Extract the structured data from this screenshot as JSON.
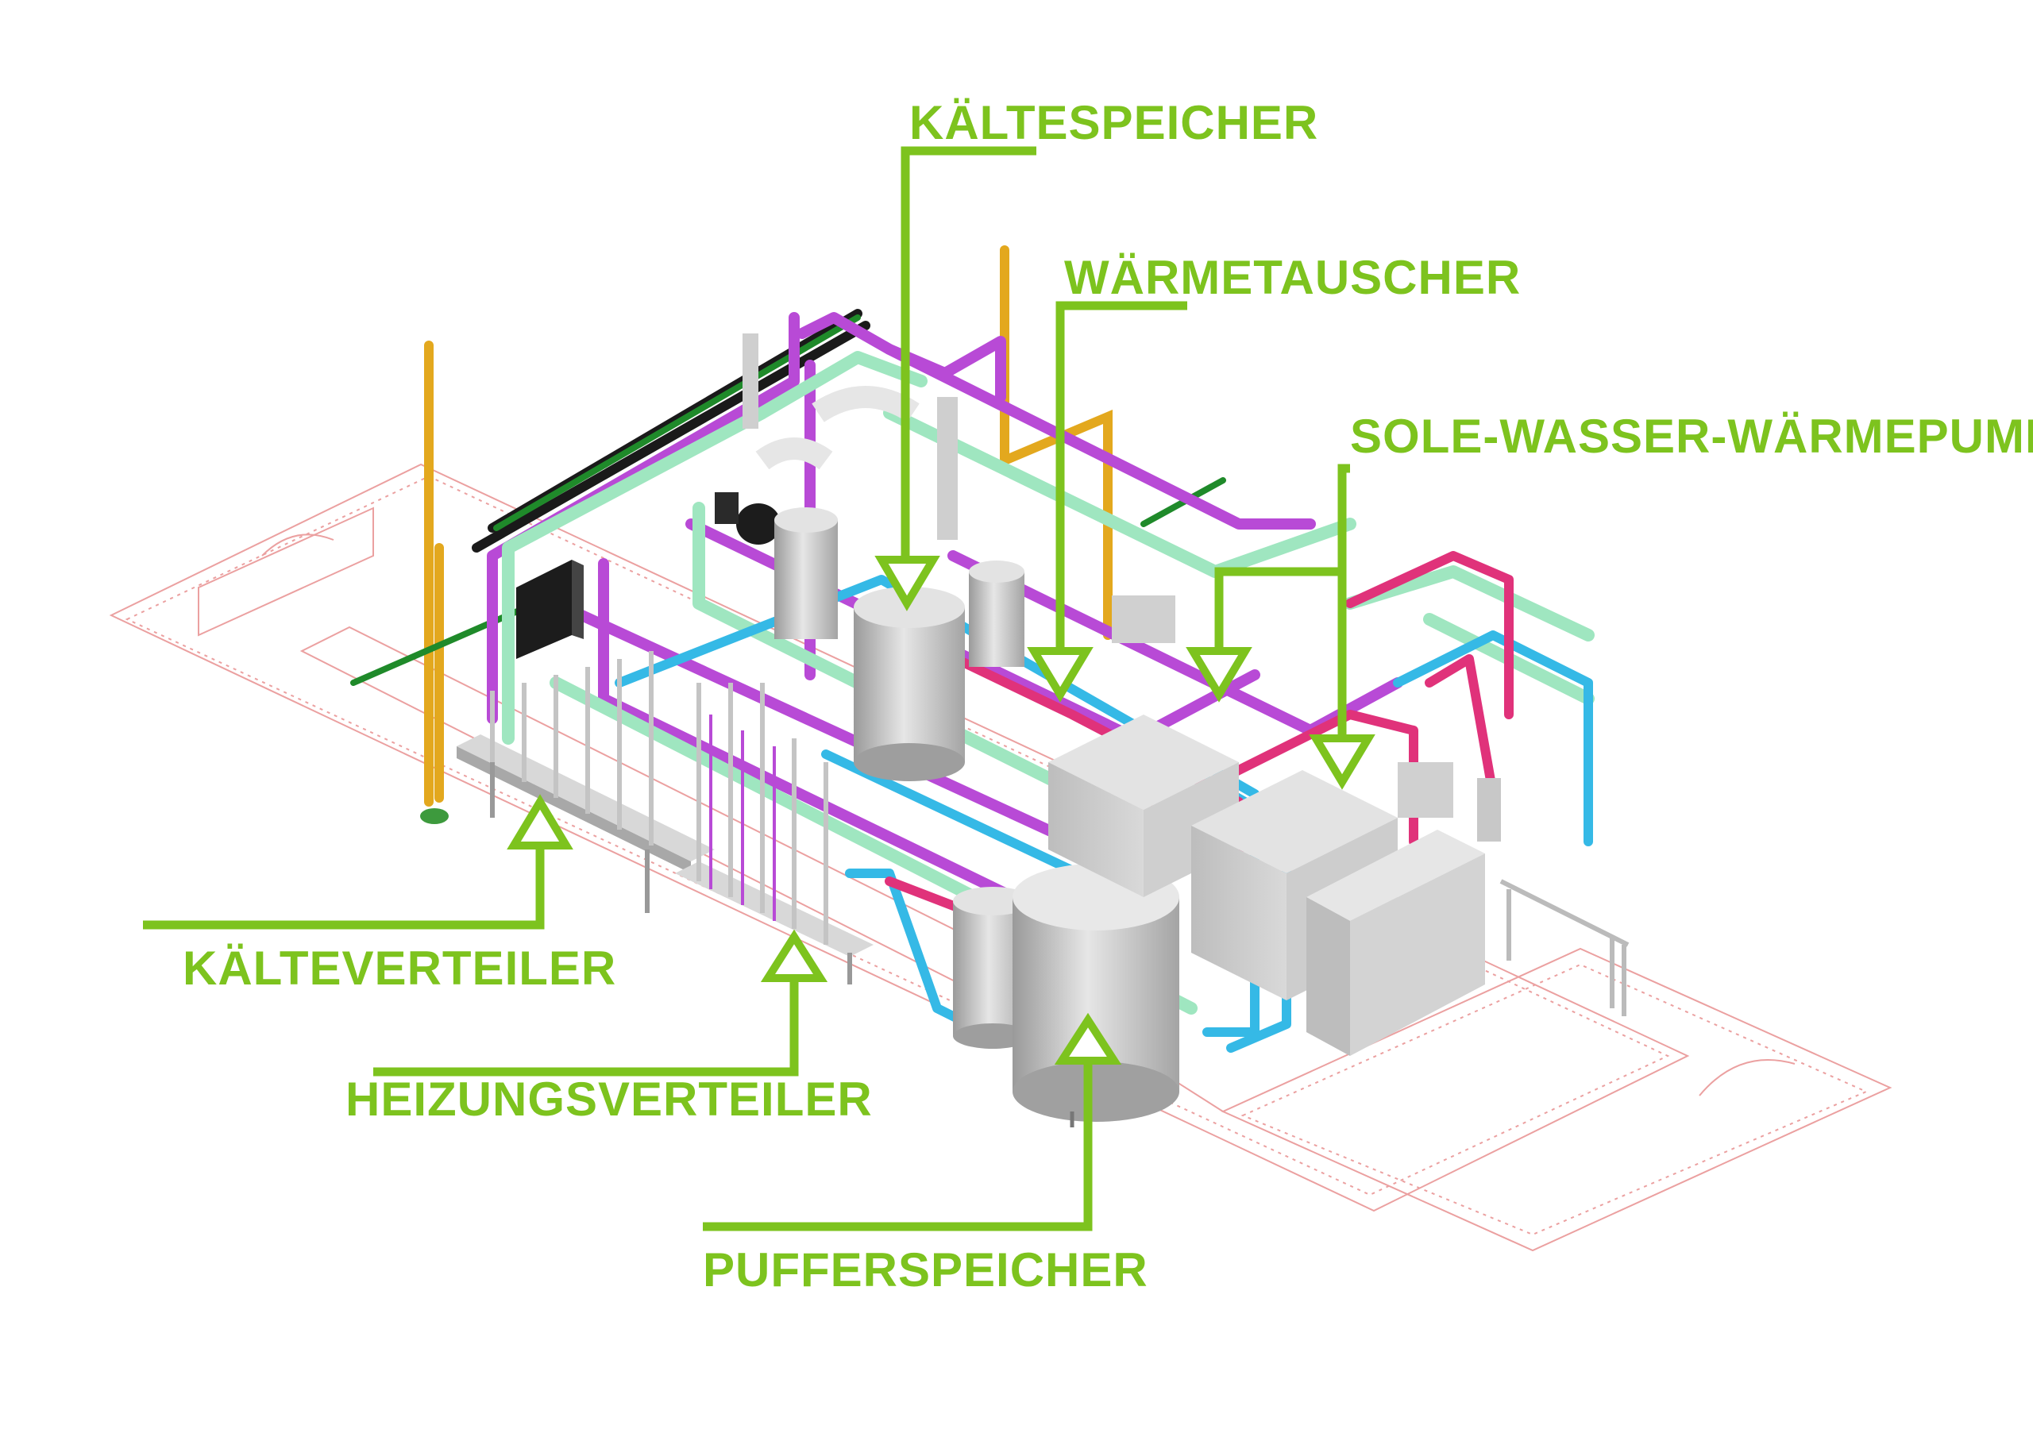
{
  "labels": {
    "kaeltespeicher": "KÄLTESPEICHER",
    "waermetauscher": "WÄRMETAUSCHER",
    "sole_wasser_waermepumpe": "SOLE-WASSER-WÄRMEPUMPE",
    "kaelteverteiler": "KÄLTEVERTEILER",
    "heizungsverteiler": "HEIZUNGSVERTEILER",
    "pufferspeicher": "PUFFERSPEICHER"
  },
  "colors": {
    "label_green": "#7dc31e",
    "pipe_purple": "#b84ad6",
    "pipe_mint": "#9fe6c0",
    "pipe_cyan": "#35b9e6",
    "pipe_magenta": "#e0327a",
    "pipe_yellow": "#e3a81e",
    "pipe_dark_green": "#1f8a2a",
    "equipment_gray": "#c9c9c9",
    "floorplan_red": "#e89090"
  }
}
